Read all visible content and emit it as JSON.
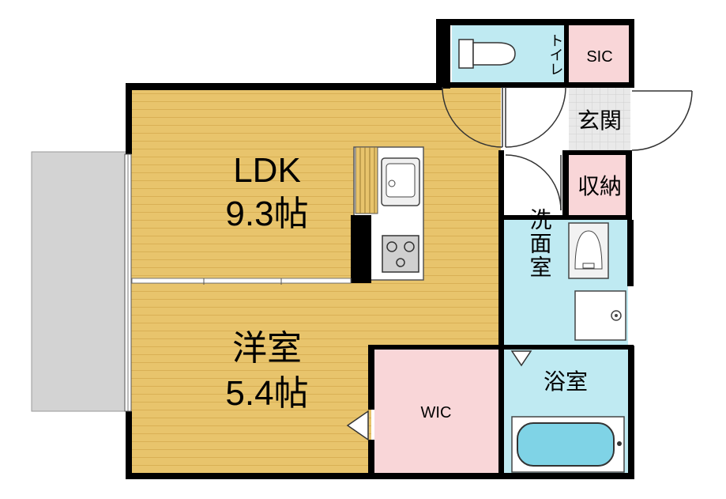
{
  "rooms": {
    "ldk": {
      "name": "LDK",
      "size": "9.3帖"
    },
    "western": {
      "name": "洋室",
      "size": "5.4帖"
    },
    "wic": {
      "name": "WIC"
    },
    "toilet": {
      "name": "トイレ"
    },
    "sic": {
      "name": "SIC"
    },
    "entrance": {
      "name": "玄関"
    },
    "storage": {
      "name": "収納"
    },
    "washroom": {
      "name": "洗面室"
    },
    "bathroom": {
      "name": "浴室"
    }
  },
  "colors": {
    "floor_wood": "#e8c46c",
    "wood_stripe": "#d9b055",
    "wic_pink": "#f9d6d8",
    "wet_blue": "#bfeaf2",
    "balcony_gray": "#d3d3d3",
    "entrance_tile": "#e6e6e6",
    "wall": "#000000"
  }
}
